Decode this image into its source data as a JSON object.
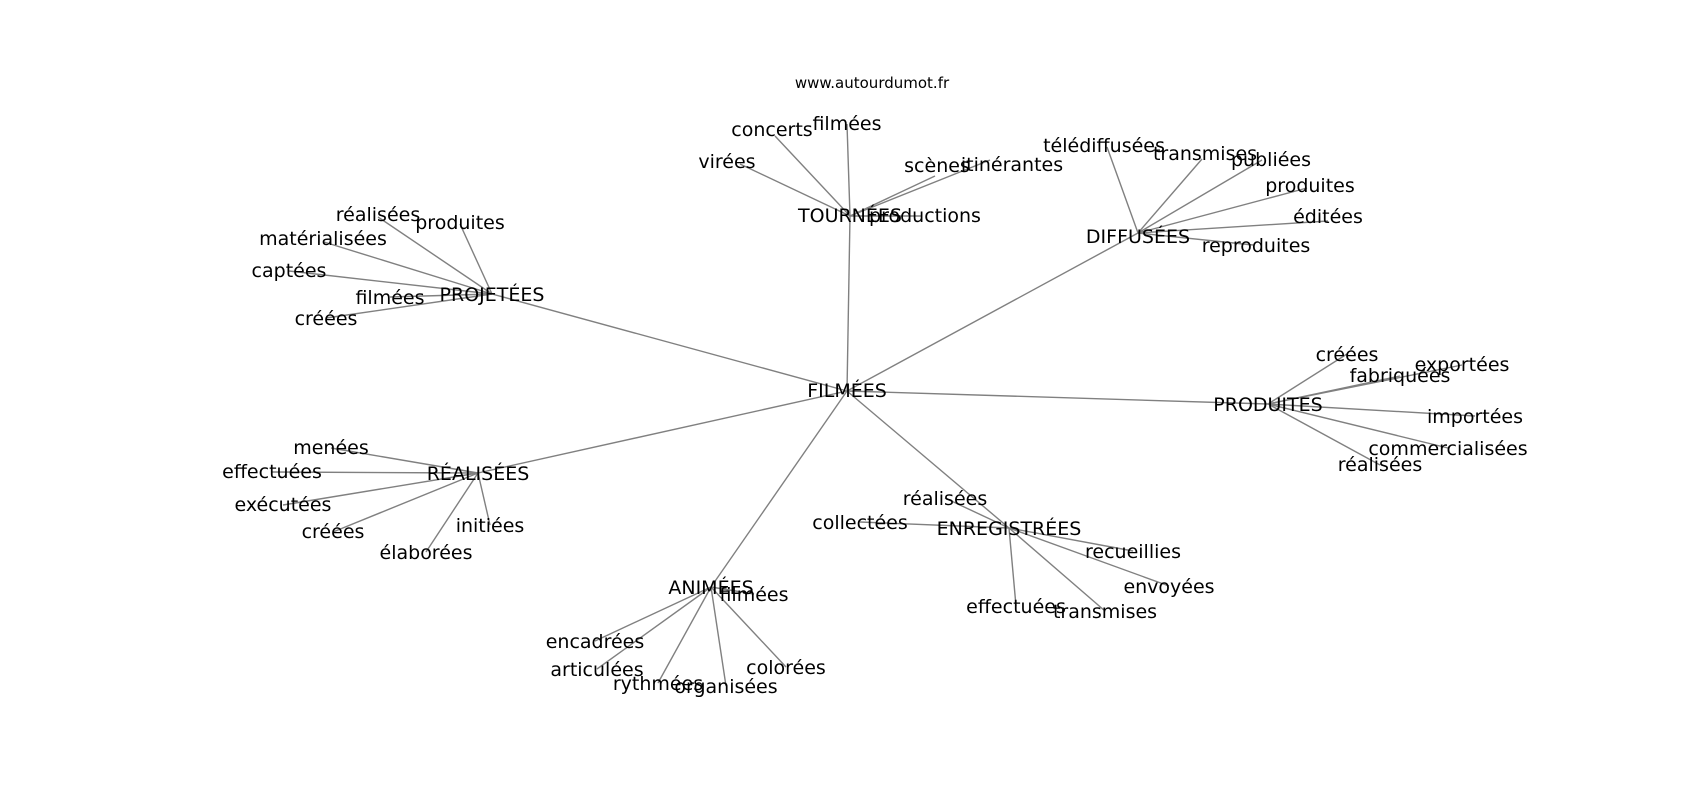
{
  "site": "www.autourdumot.fr",
  "center": "FILMÉES",
  "branches": [
    {
      "hub": "TOURNÉES",
      "leaves": [
        "virées",
        "concerts",
        "filmées",
        "scènes",
        "itinérantes",
        "productions"
      ]
    },
    {
      "hub": "DIFFUSÉES",
      "leaves": [
        "télédiffusées",
        "transmises",
        "publiées",
        "produites",
        "éditées",
        "reproduites"
      ]
    },
    {
      "hub": "PROJETÉES",
      "leaves": [
        "réalisées",
        "produites",
        "matérialisées",
        "captées",
        "filmées",
        "créées"
      ]
    },
    {
      "hub": "PRODUITES",
      "leaves": [
        "créées",
        "exportées",
        "fabriquées",
        "importées",
        "commercialisées",
        "réalisées"
      ]
    },
    {
      "hub": "RÉALISÉES",
      "leaves": [
        "menées",
        "effectuées",
        "exécutées",
        "créées",
        "initiées",
        "élaborées"
      ]
    },
    {
      "hub": "ENREGISTRÉES",
      "leaves": [
        "réalisées",
        "collectées",
        "recueillies",
        "envoyées",
        "transmises",
        "effectuées"
      ]
    },
    {
      "hub": "ANIMÉES",
      "leaves": [
        "filmées",
        "encadrées",
        "articulées",
        "rythmées",
        "organisées",
        "colorées"
      ]
    }
  ]
}
